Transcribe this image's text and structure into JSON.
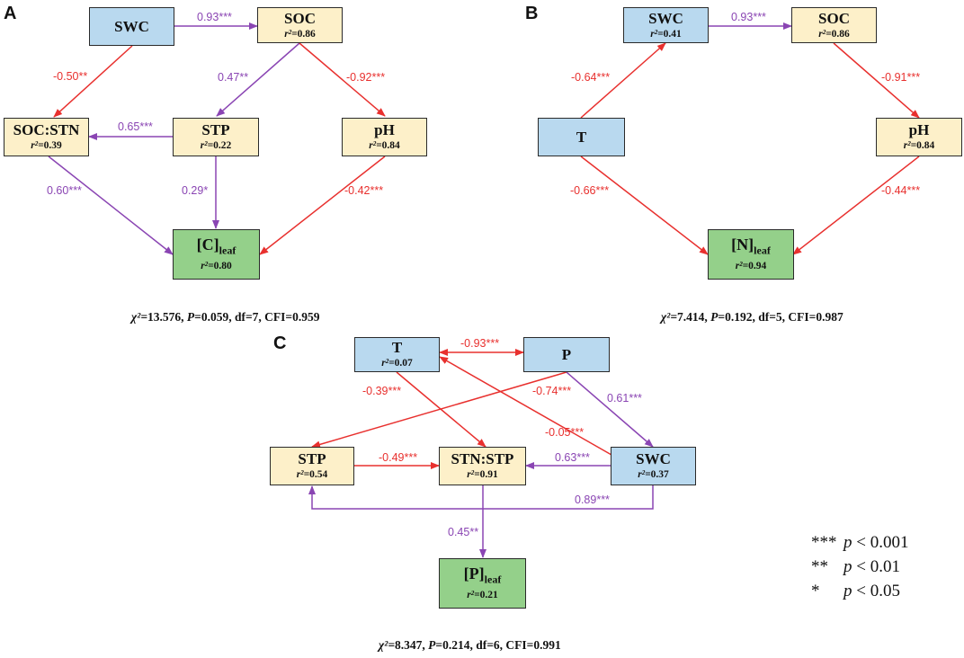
{
  "panels": [
    "A",
    "B",
    "C"
  ],
  "colors": {
    "positive": "#8a45b3",
    "negative": "#e8302e",
    "exogenous_fill": "#b9d9ef",
    "mediator_fill": "#fdf0c9",
    "response_fill": "#94d08a"
  },
  "panel_a": {
    "nodes": {
      "swc": {
        "name": "SWC",
        "r2": ""
      },
      "soc": {
        "name": "SOC",
        "r2": "0.86"
      },
      "socstn": {
        "name": "SOC:STN",
        "r2": "0.39"
      },
      "stp": {
        "name": "STP",
        "r2": "0.22"
      },
      "ph": {
        "name": "pH",
        "r2": "0.84"
      },
      "cleaf": {
        "name": "[C]",
        "sub": "leaf",
        "r2": "0.80"
      }
    },
    "paths": [
      {
        "from": "SWC",
        "to": "SOC",
        "coef": "0.93***",
        "sign": "positive"
      },
      {
        "from": "SWC",
        "to": "SOC:STN",
        "coef": "-0.50**",
        "sign": "negative"
      },
      {
        "from": "SOC",
        "to": "STP",
        "coef": "0.47**",
        "sign": "positive"
      },
      {
        "from": "SOC",
        "to": "pH",
        "coef": "-0.92***",
        "sign": "negative"
      },
      {
        "from": "STP",
        "to": "SOC:STN",
        "coef": "0.65***",
        "sign": "positive"
      },
      {
        "from": "SOC:STN",
        "to": "[C]leaf",
        "coef": "0.60***",
        "sign": "positive"
      },
      {
        "from": "STP",
        "to": "[C]leaf",
        "coef": "0.29*",
        "sign": "positive"
      },
      {
        "from": "pH",
        "to": "[C]leaf",
        "coef": "-0.42***",
        "sign": "negative"
      }
    ],
    "fit": {
      "chi2": "13.576",
      "p": "0.059",
      "df": "7",
      "cfi": "0.959"
    }
  },
  "panel_b": {
    "nodes": {
      "swc": {
        "name": "SWC",
        "r2": "0.41"
      },
      "soc": {
        "name": "SOC",
        "r2": "0.86"
      },
      "t": {
        "name": "T",
        "r2": ""
      },
      "ph": {
        "name": "pH",
        "r2": "0.84"
      },
      "nleaf": {
        "name": "[N]",
        "sub": "leaf",
        "r2": "0.94"
      }
    },
    "paths": [
      {
        "from": "SWC",
        "to": "SOC",
        "coef": "0.93***",
        "sign": "positive"
      },
      {
        "from": "T",
        "to": "SWC",
        "coef": "-0.64***",
        "sign": "negative"
      },
      {
        "from": "SOC",
        "to": "pH",
        "coef": "-0.91***",
        "sign": "negative"
      },
      {
        "from": "T",
        "to": "[N]leaf",
        "coef": "-0.66***",
        "sign": "negative"
      },
      {
        "from": "pH",
        "to": "[N]leaf",
        "coef": "-0.44***",
        "sign": "negative"
      }
    ],
    "fit": {
      "chi2": "7.414",
      "p": "0.192",
      "df": "5",
      "cfi": "0.987"
    }
  },
  "panel_c": {
    "nodes": {
      "t": {
        "name": "T",
        "r2": "0.07"
      },
      "p": {
        "name": "P",
        "r2": ""
      },
      "stp": {
        "name": "STP",
        "r2": "0.54"
      },
      "stnstp": {
        "name": "STN:STP",
        "r2": "0.91"
      },
      "swc": {
        "name": "SWC",
        "r2": "0.37"
      },
      "pleaf": {
        "name": "[P]",
        "sub": "leaf",
        "r2": "0.21"
      }
    },
    "paths": [
      {
        "from": "T",
        "to": "P",
        "coef": "-0.93***",
        "sign": "negative"
      },
      {
        "from": "T",
        "to": "STN:STP",
        "coef": "-0.39***",
        "sign": "negative"
      },
      {
        "from": "P",
        "to": "STP",
        "coef": "-0.74***",
        "sign": "negative"
      },
      {
        "from": "P",
        "to": "SWC",
        "coef": "0.61***",
        "sign": "positive"
      },
      {
        "from": "SWC",
        "to": "T",
        "coef": "-0.05***",
        "sign": "negative"
      },
      {
        "from": "STP",
        "to": "STN:STP",
        "coef": "-0.49***",
        "sign": "negative"
      },
      {
        "from": "SWC",
        "to": "STN:STP",
        "coef": "0.63***",
        "sign": "positive"
      },
      {
        "from": "SWC",
        "to": "STP",
        "coef": "0.89***",
        "sign": "positive"
      },
      {
        "from": "STN:STP",
        "to": "[P]leaf",
        "coef": "0.45**",
        "sign": "positive"
      }
    ],
    "fit": {
      "chi2": "8.347",
      "p": "0.214",
      "df": "6",
      "cfi": "0.991"
    }
  },
  "legend": [
    {
      "stars": "***",
      "text": "< 0.001"
    },
    {
      "stars": "**",
      "text": "< 0.01"
    },
    {
      "stars": "*",
      "text": "< 0.05"
    }
  ],
  "labels": {
    "r2_prefix": "r²=",
    "chi2_prefix": "χ²=",
    "p_label": "P",
    "df_prefix": "df=",
    "cfi_prefix": "CFI=",
    "p_italic": "p"
  }
}
